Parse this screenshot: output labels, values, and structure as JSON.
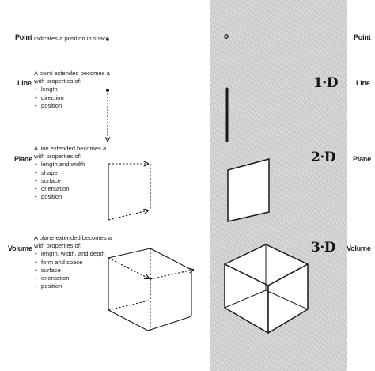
{
  "rows": [
    {
      "label": "Point",
      "intro": "indicates a position in space.",
      "properties": []
    },
    {
      "label": "Line",
      "intro": "A point extended becomes a\nwith properties of:",
      "properties": [
        "length",
        "direction",
        "position"
      ]
    },
    {
      "label": "Plane",
      "intro": "A line extended becomes a\nwith properties of:",
      "properties": [
        "length and width",
        "shape",
        "surface",
        "orientation",
        "position"
      ]
    },
    {
      "label": "Volume",
      "intro": "A plane extended becomes a\nwith properties of:",
      "properties": [
        "length, width, and depth",
        "form and space",
        "surface",
        "orientation",
        "position"
      ]
    }
  ],
  "dimensions": {
    "one_d": "1·D",
    "two_d": "2·D",
    "three_d": "3·D"
  },
  "right_labels": {
    "point": "Point",
    "line": "Line",
    "plane": "Plane",
    "volume": "Volume"
  },
  "colors": {
    "ink": "#1a1a1a",
    "panel": "#d9d9d9",
    "background": "#ffffff"
  }
}
